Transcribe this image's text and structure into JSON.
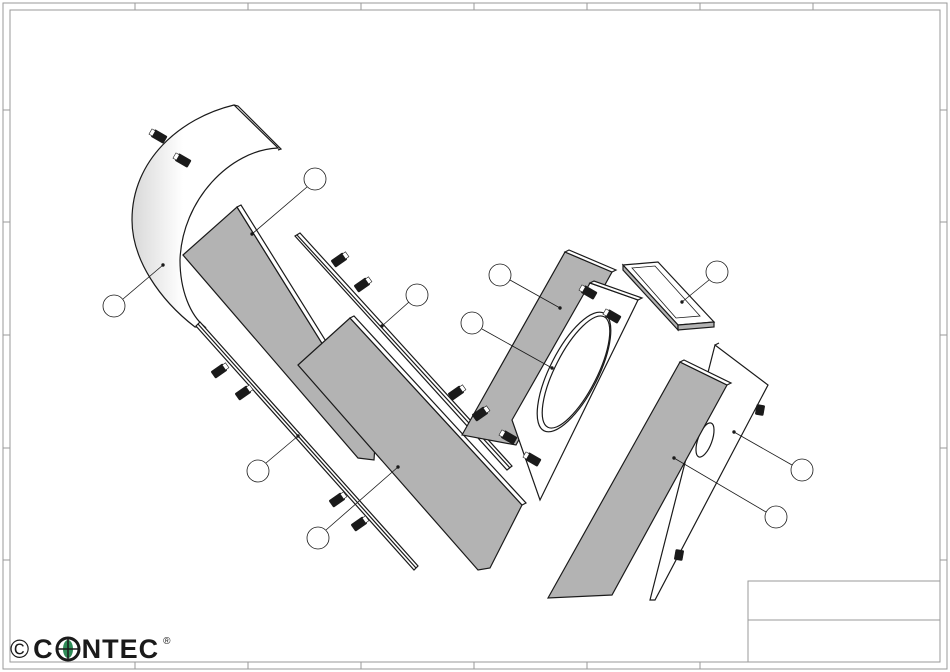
{
  "logo": {
    "copyright_symbol": "©",
    "brand_prefix": "C",
    "brand_suffix": "NTEC",
    "registered_mark": "®",
    "globe_icon": "globe-icon"
  },
  "colors": {
    "line": "#1a1a1a",
    "panel_fill": "#b3b3b3",
    "frame": "#9a9a9a",
    "screw": "#1a1a1a",
    "globe": "#2e8b57"
  },
  "balloons": [
    {
      "id": "balloon-1"
    },
    {
      "id": "balloon-2"
    },
    {
      "id": "balloon-3"
    },
    {
      "id": "balloon-4"
    },
    {
      "id": "balloon-5"
    },
    {
      "id": "balloon-6"
    },
    {
      "id": "balloon-7"
    },
    {
      "id": "balloon-8"
    },
    {
      "id": "balloon-9"
    },
    {
      "id": "balloon-10"
    },
    {
      "id": "balloon-11"
    }
  ]
}
